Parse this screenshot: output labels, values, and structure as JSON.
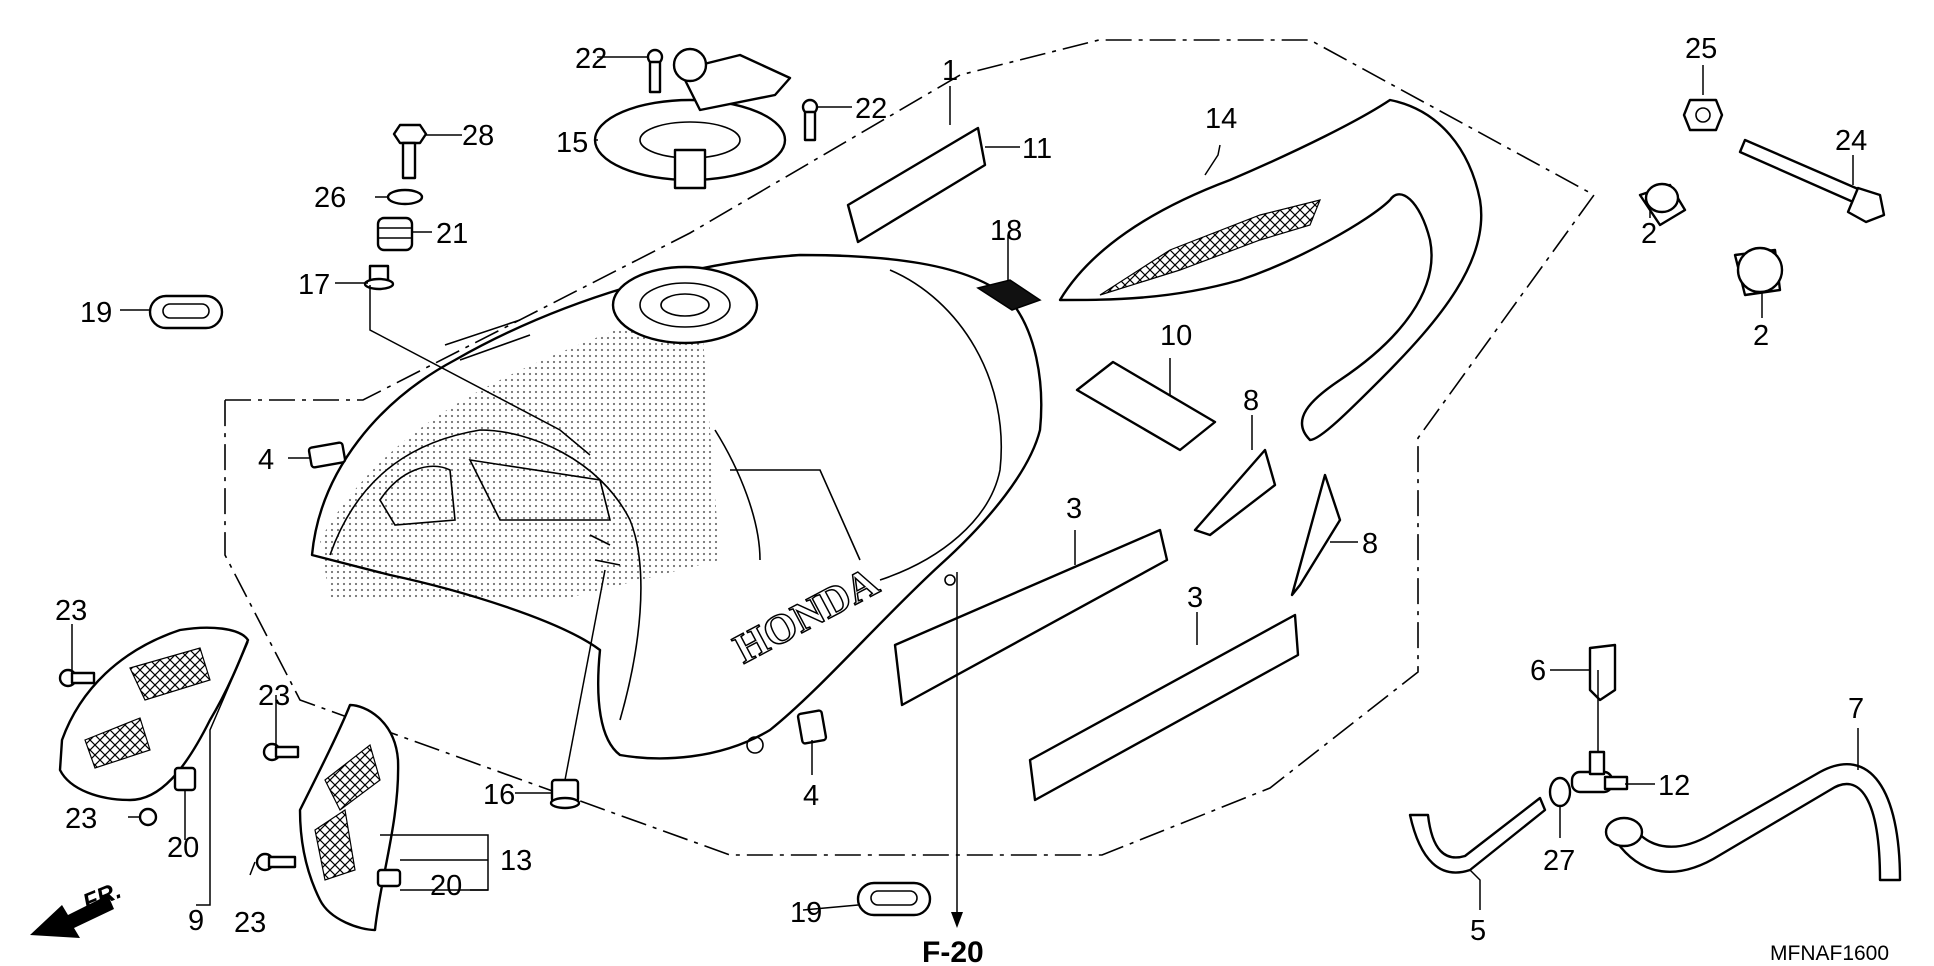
{
  "labels": {
    "l1": "1",
    "l2a": "2",
    "l2b": "2",
    "l3a": "3",
    "l3b": "3",
    "l4a": "4",
    "l4b": "4",
    "l5": "5",
    "l6": "6",
    "l7": "7",
    "l8a": "8",
    "l8b": "8",
    "l9": "9",
    "l10": "10",
    "l11": "11",
    "l12": "12",
    "l13": "13",
    "l14": "14",
    "l15": "15",
    "l16": "16",
    "l17": "17",
    "l18": "18",
    "l19a": "19",
    "l19b": "19",
    "l20a": "20",
    "l20b": "20",
    "l21": "21",
    "l22a": "22",
    "l22b": "22",
    "l23a": "23",
    "l23b": "23",
    "l23c": "23",
    "l23d": "23",
    "l24": "24",
    "l25": "25",
    "l26": "26",
    "l27": "27",
    "l28": "28"
  },
  "reference": "F-20",
  "diagram_code": "MFNAF1600",
  "front_indicator": "FR.",
  "brand_marking": "HONDA"
}
